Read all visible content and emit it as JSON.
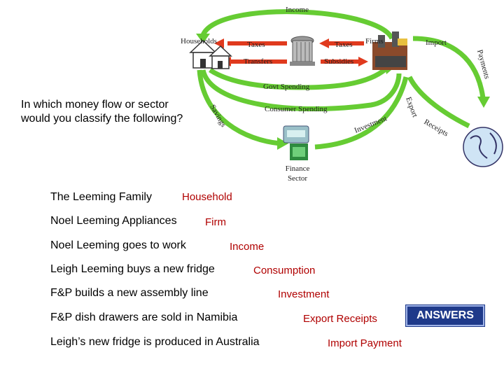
{
  "diagram": {
    "labels": {
      "income": "Income",
      "households": "Households",
      "firms": "Firms",
      "taxes_left": "Taxes",
      "taxes_right": "Taxes",
      "transfers": "Transfers",
      "subsidies": "Subsidies",
      "import": "Import",
      "payments": "Payments",
      "govt_spending": "Govt Spending",
      "savings": "Savings",
      "consumer_spending": "Consumer Spending",
      "investment": "Investment",
      "export": "Export",
      "receipts": "Receipts",
      "finance_sector_line1": "Finance",
      "finance_sector_line2": "Sector"
    },
    "colors": {
      "green_flow": "#66cc33",
      "red_arrow": "#e03a1e",
      "answer": "#b00000",
      "button": "#1f3a8a"
    }
  },
  "question": "In which money flow or sector would you classify the following?",
  "items": [
    {
      "prompt": "The Leeming Family",
      "answer": "Household"
    },
    {
      "prompt": "Noel Leeming Appliances",
      "answer": "Firm"
    },
    {
      "prompt": "Noel Leeming goes to work",
      "answer": "Income"
    },
    {
      "prompt": "Leigh Leeming buys a new fridge",
      "answer": "Consumption"
    },
    {
      "prompt": "F&P builds a new assembly line",
      "answer": "Investment"
    },
    {
      "prompt": "F&P dish drawers are sold in Namibia",
      "answer": "Export Receipts"
    },
    {
      "prompt": "Leigh’s new fridge is produced in Australia",
      "answer": "Import Payment"
    }
  ],
  "answers_button": "ANSWERS"
}
